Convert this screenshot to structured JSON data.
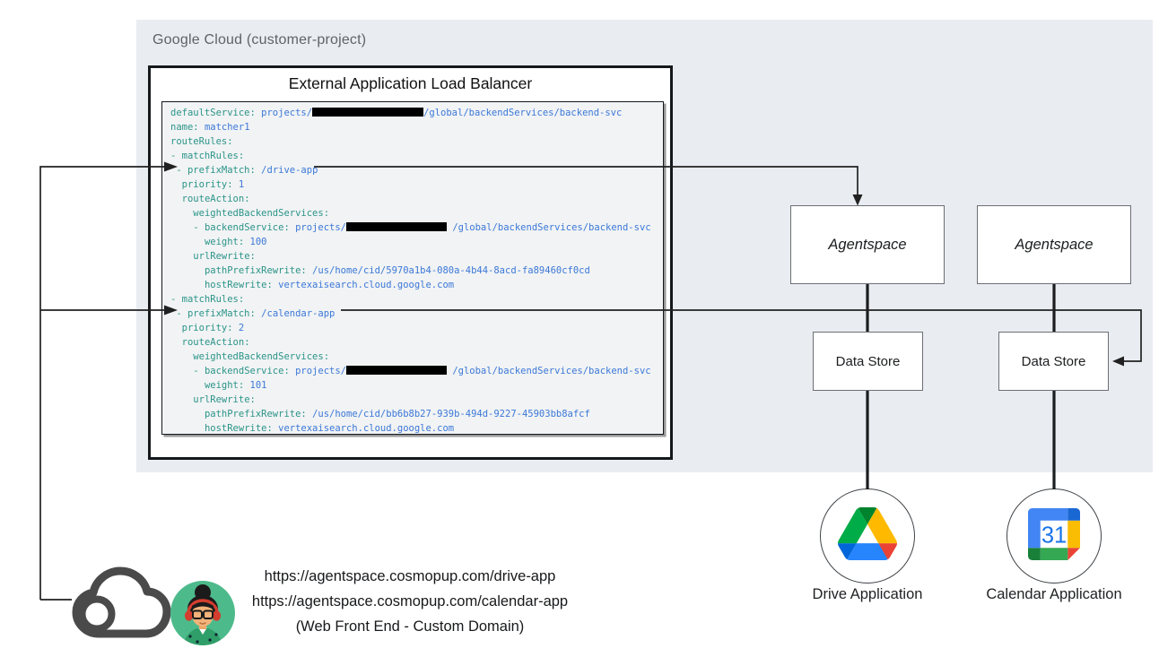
{
  "gcp": {
    "label": "Google Cloud (customer-project)",
    "load_balancer": {
      "title": "External Application Load Balancer"
    }
  },
  "code": {
    "lines": [
      [
        [
          "k",
          "defaultService:"
        ],
        [
          "p",
          " "
        ],
        [
          "v",
          "projects/"
        ],
        [
          "R",
          ""
        ],
        [
          "v",
          "/global/backendServices/backend-svc"
        ]
      ],
      [
        [
          "k",
          "name:"
        ],
        [
          "p",
          " "
        ],
        [
          "v",
          "matcher1"
        ]
      ],
      [
        [
          "k",
          "routeRules:"
        ]
      ],
      [
        [
          "k",
          "- matchRules:"
        ]
      ],
      [
        [
          "p",
          " "
        ],
        [
          "k",
          "- prefixMatch:"
        ],
        [
          "p",
          " "
        ],
        [
          "v",
          "/drive-app"
        ]
      ],
      [
        [
          "p",
          "  "
        ],
        [
          "k",
          "priority:"
        ],
        [
          "p",
          " "
        ],
        [
          "v",
          "1"
        ]
      ],
      [
        [
          "p",
          "  "
        ],
        [
          "k",
          "routeAction:"
        ]
      ],
      [
        [
          "p",
          "    "
        ],
        [
          "k",
          "weightedBackendServices:"
        ]
      ],
      [
        [
          "p",
          "    "
        ],
        [
          "k",
          "- backendService:"
        ],
        [
          "p",
          " "
        ],
        [
          "v",
          "projects/"
        ],
        [
          "r",
          ""
        ],
        [
          "p",
          " "
        ],
        [
          "v",
          "/global/backendServices/backend-svc"
        ]
      ],
      [
        [
          "p",
          "      "
        ],
        [
          "k",
          "weight:"
        ],
        [
          "p",
          " "
        ],
        [
          "v",
          "100"
        ]
      ],
      [
        [
          "p",
          "    "
        ],
        [
          "k",
          "urlRewrite:"
        ]
      ],
      [
        [
          "p",
          "      "
        ],
        [
          "k",
          "pathPrefixRewrite:"
        ],
        [
          "p",
          " "
        ],
        [
          "v",
          "/us/home/cid/5970a1b4-080a-4b44-8acd-fa89460cf0cd"
        ]
      ],
      [
        [
          "p",
          "      "
        ],
        [
          "k",
          "hostRewrite:"
        ],
        [
          "p",
          " "
        ],
        [
          "v",
          "vertexaisearch.cloud.google.com"
        ]
      ],
      [
        [
          "k",
          "- matchRules:"
        ]
      ],
      [
        [
          "p",
          " "
        ],
        [
          "k",
          "- prefixMatch:"
        ],
        [
          "p",
          " "
        ],
        [
          "v",
          "/calendar-app"
        ]
      ],
      [
        [
          "p",
          "  "
        ],
        [
          "k",
          "priority:"
        ],
        [
          "p",
          " "
        ],
        [
          "v",
          "2"
        ]
      ],
      [
        [
          "p",
          "  "
        ],
        [
          "k",
          "routeAction:"
        ]
      ],
      [
        [
          "p",
          "    "
        ],
        [
          "k",
          "weightedBackendServices:"
        ]
      ],
      [
        [
          "p",
          "    "
        ],
        [
          "k",
          "- backendService:"
        ],
        [
          "p",
          " "
        ],
        [
          "v",
          "projects/"
        ],
        [
          "r",
          ""
        ],
        [
          "p",
          " "
        ],
        [
          "v",
          "/global/backendServices/backend-svc"
        ]
      ],
      [
        [
          "p",
          "      "
        ],
        [
          "k",
          "weight:"
        ],
        [
          "p",
          " "
        ],
        [
          "v",
          "101"
        ]
      ],
      [
        [
          "p",
          "    "
        ],
        [
          "k",
          "urlRewrite:"
        ]
      ],
      [
        [
          "p",
          "      "
        ],
        [
          "k",
          "pathPrefixRewrite:"
        ],
        [
          "p",
          " "
        ],
        [
          "v",
          "/us/home/cid/bb6b8b27-939b-494d-9227-45903bb8afcf"
        ]
      ],
      [
        [
          "p",
          "      "
        ],
        [
          "k",
          "hostRewrite:"
        ],
        [
          "p",
          " "
        ],
        [
          "v",
          "vertexaisearch.cloud.google.com"
        ]
      ]
    ]
  },
  "agentspace_boxes": [
    {
      "label": "Agentspace"
    },
    {
      "label": "Agentspace"
    }
  ],
  "data_store_boxes": [
    {
      "label": "Data Store"
    },
    {
      "label": "Data Store"
    }
  ],
  "apps": [
    {
      "label": "Drive Application",
      "icon": "google-drive-icon"
    },
    {
      "label": "Calendar Application",
      "icon": "google-calendar-icon",
      "calendar_day": "31"
    }
  ],
  "frontend": {
    "urls": [
      "https://agentspace.cosmopup.com/drive-app",
      "https://agentspace.cosmopup.com/calendar-app"
    ],
    "caption": "(Web Front End - Custom Domain)",
    "icons": [
      "cloud-icon",
      "user-avatar"
    ]
  },
  "colors": {
    "gcp_background": "#e9edf2",
    "code_background": "#f1f3f4",
    "yaml_key": "#2b9489",
    "yaml_value": "#3c78d8",
    "redaction": "#000000",
    "label_gray": "#5f6368",
    "connector": "#212121",
    "avatar_background": "#4dba8c",
    "drive_logo": [
      "#0066da",
      "#00ac47",
      "#ea4335",
      "#00832d",
      "#2684fc",
      "#ffba00"
    ],
    "calendar_logo": [
      "#4285f4",
      "#1967d2",
      "#fbbc04",
      "#34a853",
      "#188038",
      "#ea4335",
      "#1a73e8"
    ]
  }
}
